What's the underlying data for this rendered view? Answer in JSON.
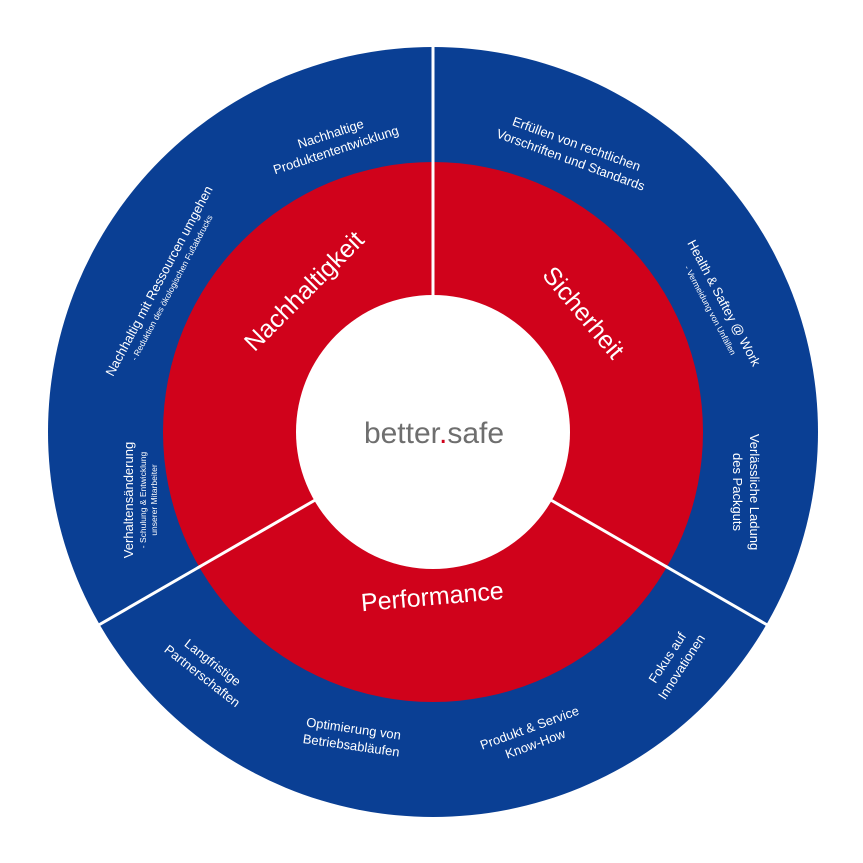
{
  "colors": {
    "outer_ring": "#0a3f94",
    "inner_ring": "#d0021b",
    "center": "#ffffff",
    "divider": "#ffffff",
    "center_text": "#6e6e6e",
    "center_dot": "#d0021b"
  },
  "center": {
    "brand_part1": "better",
    "brand_dot": ".",
    "brand_part2": "safe"
  },
  "inner_ring": {
    "nachhaltigkeit": "Nachhaltigkeit",
    "sicherheit": "Sicherheit",
    "performance": "Performance"
  },
  "outer_ring": {
    "produktentwicklung": {
      "line1": "Nachhaltige",
      "line2": "Produktententwicklung"
    },
    "vorschriften": {
      "line1": "Erfüllen von rechtlichen",
      "line2": "Vorschriften und Standards"
    },
    "health": {
      "title": "Health & Saftey @ Work",
      "sub": "- Vermeidung von Unfällen"
    },
    "ladung": {
      "line1": "Verlässliche Ladung",
      "line2": "des Packguts"
    },
    "innovationen": {
      "line1": "Fokus auf",
      "line2": "Innovationen"
    },
    "knowhow": {
      "line1": "Produkt & Service",
      "line2": "Know-How"
    },
    "betriebsablaeufe": {
      "line1": "Optimierung von",
      "line2": "Betriebsabläufen"
    },
    "partnerschaften": {
      "line1": "Langfristige",
      "line2": "Partnerschaften"
    },
    "verhalten": {
      "title": "Verhaltensänderung",
      "sub1": "- Schulung & Entwicklung",
      "sub2": "unserer Mitarbeiter"
    },
    "ressourcen": {
      "title": "Nachhaltig mit Ressourcen umgehen",
      "sub": "- Reduktion des ökologischen Fußabdrucks"
    }
  }
}
